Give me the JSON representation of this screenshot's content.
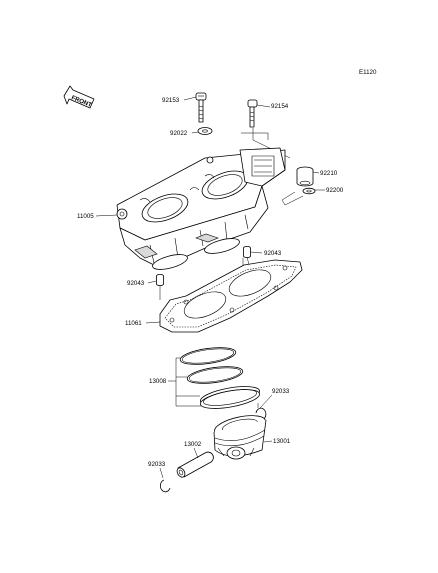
{
  "diagram": {
    "code": "E1120",
    "front_label": "FRONT",
    "callouts": {
      "p92153": "92153",
      "p92154": "92154",
      "p92022": "92022",
      "p92210": "92210",
      "p92200": "92200",
      "p11005": "11005",
      "p92043_right": "92043",
      "p92043_left": "92043",
      "p11061": "11061",
      "p13008": "13008",
      "p92033_right": "92033",
      "p13002": "13002",
      "p13001": "13001",
      "p92033_left": "92033"
    }
  }
}
